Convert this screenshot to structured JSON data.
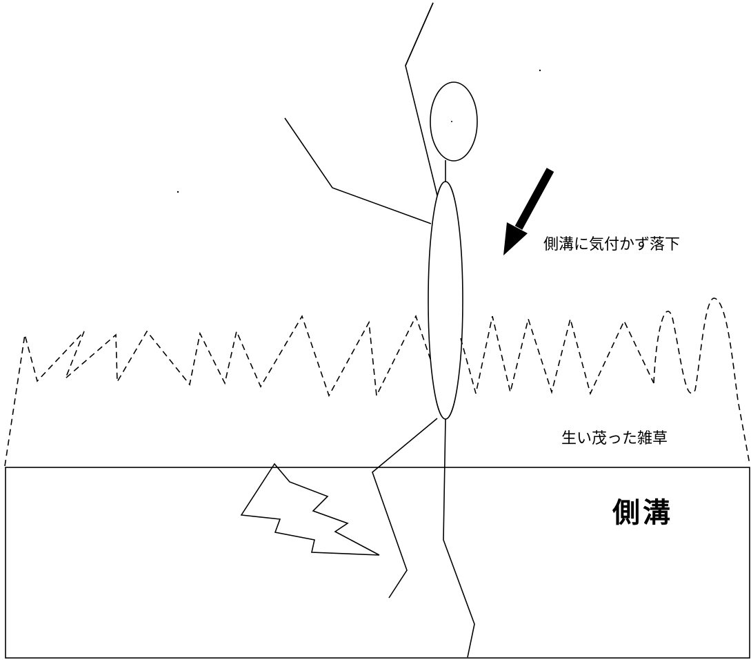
{
  "labels": {
    "fall_caption": "側溝に気付かず落下",
    "weeds_caption": "生い茂った雑草",
    "ditch_caption": "側溝"
  },
  "icons": {
    "direction_arrow": "arrow-down-left-icon",
    "impact_mark": "lightning-bolt-icon"
  },
  "colors": {
    "ink": "#000000",
    "background": "#ffffff"
  }
}
